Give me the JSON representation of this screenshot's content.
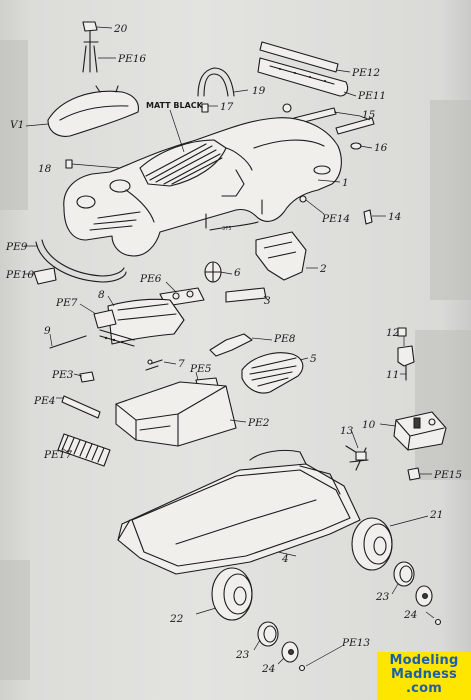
{
  "labels": {
    "n20": "20",
    "pe16": "PE16",
    "pe12": "PE12",
    "v1": "V1",
    "matt": "MATT BLACK",
    "n17": "17",
    "n19": "19",
    "pe11": "PE11",
    "n15": "15",
    "n16": "16",
    "n18": "18",
    "n1": "1",
    "pe14": "PE14",
    "n14": "14",
    "pe9": "PE9",
    "n2": "2",
    "n6": "6",
    "pe10": "PE10",
    "pe6": "PE6",
    "n3": "3",
    "pe7": "PE7",
    "n8": "8",
    "n9": "9",
    "pe8": "PE8",
    "n12": "12",
    "n7": "7",
    "n5": "5",
    "pe3": "PE3",
    "pe5": "PE5",
    "n11": "11",
    "pe4": "PE4",
    "pe2": "PE2",
    "n10": "10",
    "n13": "13",
    "pe17": "PE17",
    "pe15": "PE15",
    "n21": "21",
    "n4": "4",
    "n23a": "23",
    "n22": "22",
    "n24a": "24",
    "n23b": "23",
    "n24b": "24",
    "pe13": "PE13"
  },
  "badge": {
    "line1": "Modeling",
    "line2": "Madness",
    "line3": ".com"
  },
  "colors": {
    "badge_bg": "#ffe600",
    "badge_text": "#1f5fa8"
  }
}
